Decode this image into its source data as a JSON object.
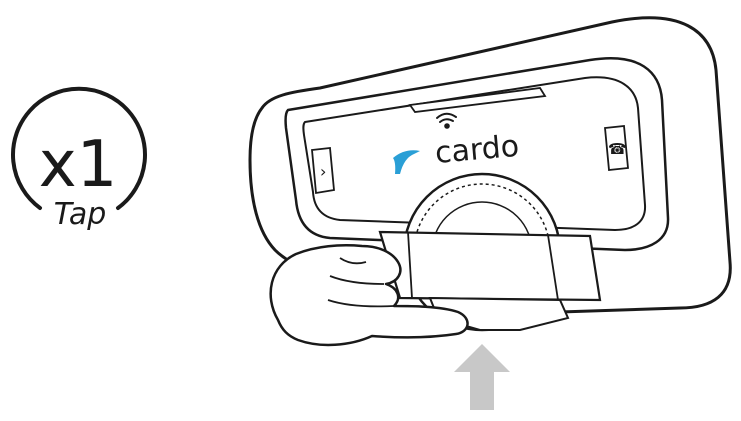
{
  "badge": {
    "multiplier": "x1",
    "action": "Tap"
  },
  "device": {
    "brand": "cardo",
    "led_color": "#2a9fd6",
    "logo_color": "#2a9fd6"
  },
  "colors": {
    "outline": "#1a1a1a",
    "arrow": "#c8c8c8"
  }
}
